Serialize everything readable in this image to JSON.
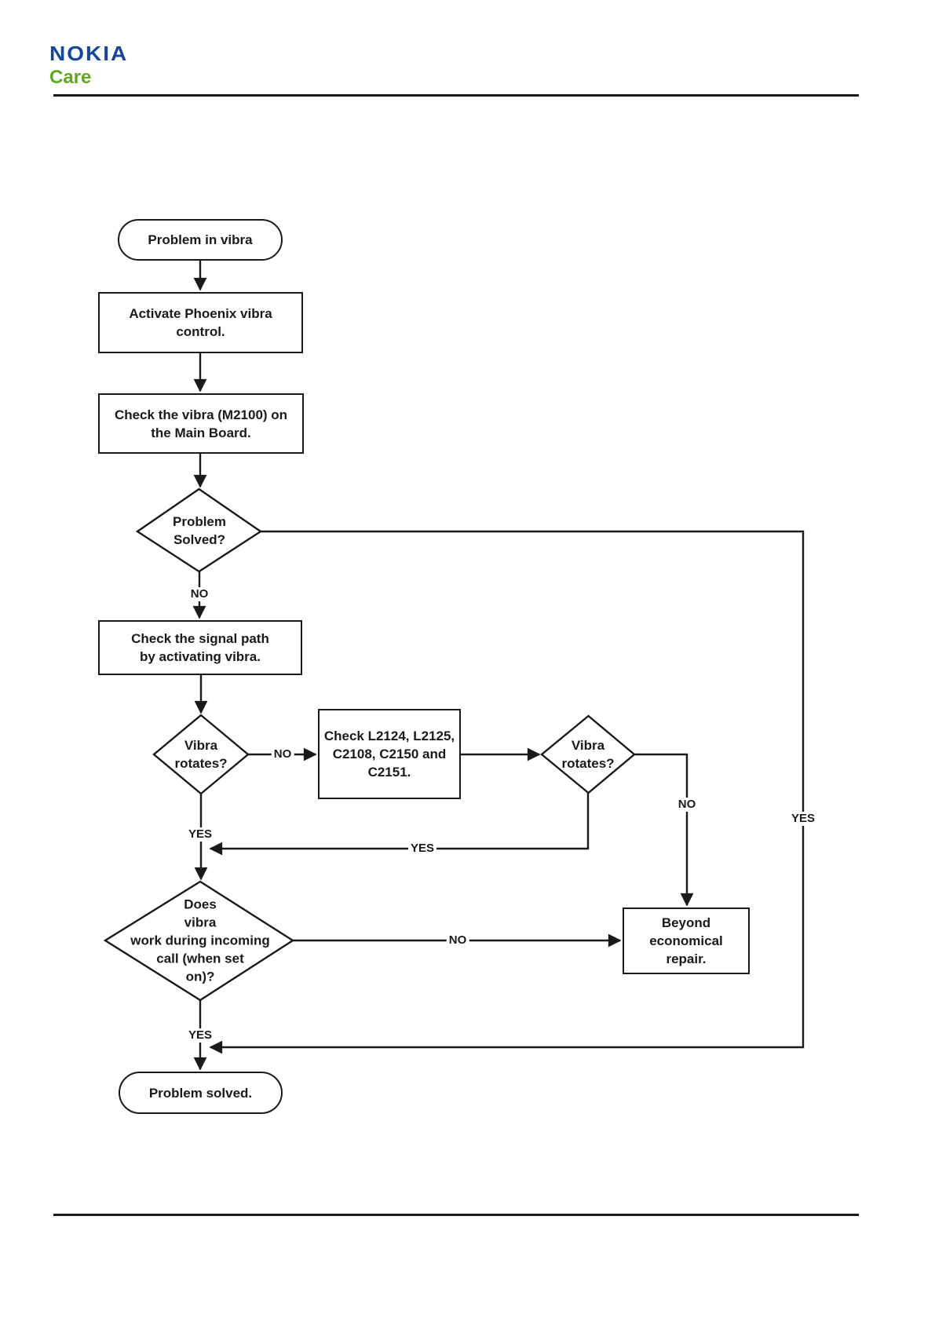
{
  "header": {
    "logo_primary": "NOKIA",
    "logo_secondary": "Care"
  },
  "colors": {
    "logo_blue": "#13469E",
    "logo_green": "#5FA91C",
    "line_color": "#1A1A1A"
  },
  "flowchart": {
    "nodes": {
      "start": {
        "type": "terminator",
        "label": "Problem in vibra"
      },
      "activate_phoenix": {
        "type": "process",
        "label": "Activate Phoenix vibra\ncontrol."
      },
      "check_vibra": {
        "type": "process",
        "label": "Check the vibra (M2100) on\nthe Main Board."
      },
      "problem_solved": {
        "type": "decision",
        "label": "Problem\nSolved?"
      },
      "check_signal_path": {
        "type": "process",
        "label": "Check the signal path\nby activating vibra."
      },
      "vibra_rotates_1": {
        "type": "decision",
        "label": "Vibra\nrotates?"
      },
      "check_components": {
        "type": "process",
        "label": "Check L2124, L2125,\nC2108, C2150 and\nC2151."
      },
      "vibra_rotates_2": {
        "type": "decision",
        "label": "Vibra\nrotates?"
      },
      "incoming_call": {
        "type": "decision",
        "label": "Does\nvibra\nwork during incoming\ncall (when set\non)?"
      },
      "beyond_repair": {
        "type": "process",
        "label": "Beyond\neconomical\nrepair."
      },
      "end": {
        "type": "terminator",
        "label": "Problem solved."
      }
    },
    "edge_labels": {
      "problem_solved_no": "NO",
      "problem_solved_yes": "YES",
      "vibra_rotates_1_no": "NO",
      "vibra_rotates_1_yes": "YES",
      "vibra_rotates_2_no": "NO",
      "vibra_rotates_2_yes": "YES",
      "incoming_call_no": "NO",
      "incoming_call_yes": "YES"
    }
  }
}
